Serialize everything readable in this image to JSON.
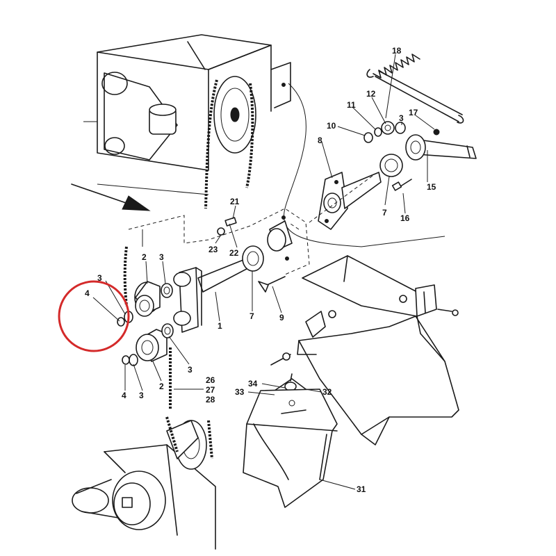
{
  "callouts": [
    {
      "id": "c18",
      "text": "18"
    },
    {
      "id": "c12",
      "text": "12"
    },
    {
      "id": "c11",
      "text": "11"
    },
    {
      "id": "c3a",
      "text": "3"
    },
    {
      "id": "c17",
      "text": "17"
    },
    {
      "id": "c10",
      "text": "10"
    },
    {
      "id": "c8",
      "text": "8"
    },
    {
      "id": "c15",
      "text": "15"
    },
    {
      "id": "c7a",
      "text": "7"
    },
    {
      "id": "c16",
      "text": "16"
    },
    {
      "id": "c21",
      "text": "21"
    },
    {
      "id": "c23",
      "text": "23"
    },
    {
      "id": "c22",
      "text": "22"
    },
    {
      "id": "c2a",
      "text": "2"
    },
    {
      "id": "c3b",
      "text": "3"
    },
    {
      "id": "c3c",
      "text": "3"
    },
    {
      "id": "c4a",
      "text": "4"
    },
    {
      "id": "c1",
      "text": "1"
    },
    {
      "id": "c7b",
      "text": "7"
    },
    {
      "id": "c9",
      "text": "9"
    },
    {
      "id": "c3d",
      "text": "3"
    },
    {
      "id": "c26",
      "text": "26"
    },
    {
      "id": "c27",
      "text": "27"
    },
    {
      "id": "c28",
      "text": "28"
    },
    {
      "id": "c4b",
      "text": "4"
    },
    {
      "id": "c3e",
      "text": "3"
    },
    {
      "id": "c2b",
      "text": "2"
    },
    {
      "id": "c34",
      "text": "34"
    },
    {
      "id": "c33",
      "text": "33"
    },
    {
      "id": "c32",
      "text": "32"
    },
    {
      "id": "c31",
      "text": "31"
    }
  ],
  "highlight": {
    "color": "#d42a2a"
  },
  "colors": {
    "line": "#1a1a1a",
    "background": "#ffffff"
  }
}
